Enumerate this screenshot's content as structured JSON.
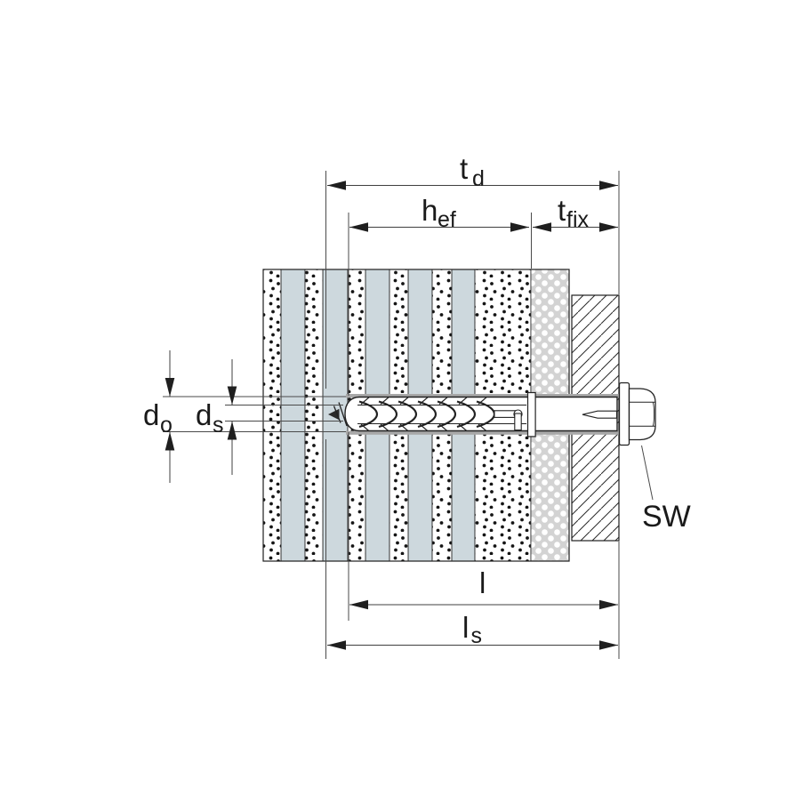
{
  "diagram": {
    "type": "technical-drawing",
    "subject": "frame-fixing-anchor-installed-through-fixture-into-perforated-brick-wall-cross-section",
    "labels": {
      "td": {
        "main": "t",
        "sub": "d"
      },
      "hef": {
        "main": "h",
        "sub": "ef"
      },
      "tfix": {
        "main": "t",
        "sub": "fix"
      },
      "do": {
        "main": "d",
        "sub": "o"
      },
      "ds": {
        "main": "d",
        "sub": "s"
      },
      "l": {
        "main": "l",
        "sub": ""
      },
      "ls": {
        "main": "l",
        "sub": "s"
      },
      "sw": {
        "main": "SW",
        "sub": ""
      }
    },
    "colors": {
      "background": "#ffffff",
      "line": "#1f1f1f",
      "brick_void": "#cdd8dd",
      "plaster": "#d3d3d3",
      "hole_clearance": "#a8a8a8"
    }
  }
}
